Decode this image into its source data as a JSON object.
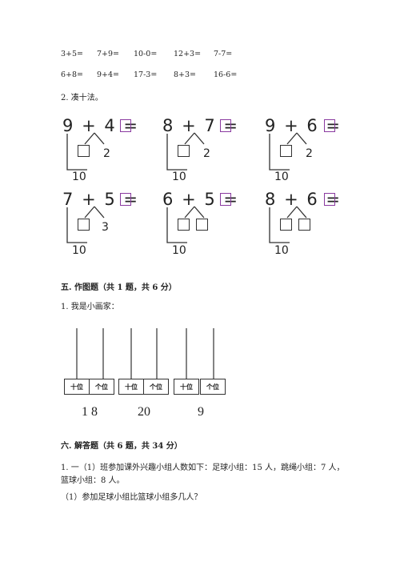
{
  "exercise1": {
    "row1": [
      "3+5=",
      "7+9=",
      "10-0=",
      "12+3=",
      "7-7="
    ],
    "row2": [
      "6+8=",
      "9+4=",
      "17-3=",
      "8+3=",
      "16-6="
    ]
  },
  "section2_title": "2. 凑十法。",
  "make_ten": [
    {
      "a": "9",
      "op": "+",
      "b": "4",
      "eq": "=",
      "split": "2",
      "ten": "10"
    },
    {
      "a": "8",
      "op": "+",
      "b": "7",
      "eq": "=",
      "split": "2",
      "ten": "10"
    },
    {
      "a": "9",
      "op": "+",
      "b": "6",
      "eq": "=",
      "split": "2",
      "ten": "10"
    },
    {
      "a": "7",
      "op": "+",
      "b": "5",
      "eq": "=",
      "split": "3",
      "ten": "10"
    },
    {
      "a": "6",
      "op": "+",
      "b": "5",
      "eq": "=",
      "split": "",
      "ten": "10"
    },
    {
      "a": "8",
      "op": "+",
      "b": "6",
      "eq": "=",
      "split": "",
      "ten": "10"
    }
  ],
  "section5": {
    "title": "五. 作图题（共 1 题，共 6 分）",
    "q1": "1. 我是小画家：",
    "abacus": [
      {
        "tens_label": "十位",
        "ones_label": "个位",
        "number": "1 8"
      },
      {
        "tens_label": "十位",
        "ones_label": "个位",
        "number": "20"
      },
      {
        "tens_label": "十位",
        "ones_label": "个位",
        "number": "9"
      }
    ]
  },
  "section6": {
    "title": "六. 解答题（共 6 题，共 34 分）",
    "q1_line1": "1. 一（1）班参加课外兴趣小组人数如下：足球小组：15 人，跳绳小组：7 人，",
    "q1_line2": "篮球小组：8 人。",
    "q1_sub1": "（1）参加足球小组比篮球小组多几人？"
  }
}
